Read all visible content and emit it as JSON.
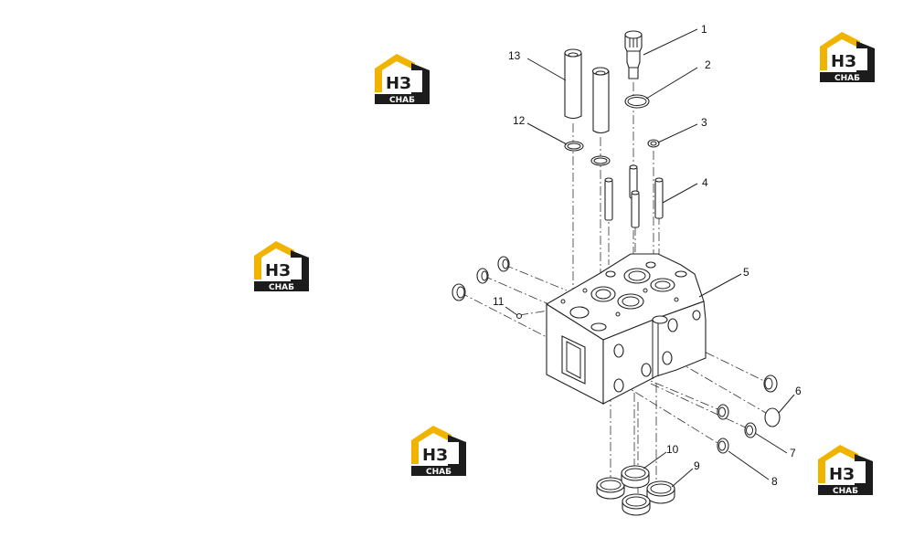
{
  "callouts": [
    {
      "id": "1",
      "text": "1"
    },
    {
      "id": "2",
      "text": "2"
    },
    {
      "id": "3",
      "text": "3"
    },
    {
      "id": "4",
      "text": "4"
    },
    {
      "id": "5",
      "text": "5"
    },
    {
      "id": "6",
      "text": "6"
    },
    {
      "id": "7",
      "text": "7"
    },
    {
      "id": "8",
      "text": "8"
    },
    {
      "id": "9",
      "text": "9"
    },
    {
      "id": "10",
      "text": "10"
    },
    {
      "id": "11",
      "text": "11"
    },
    {
      "id": "12",
      "text": "12"
    },
    {
      "id": "13",
      "text": "13"
    }
  ],
  "watermark": {
    "mark": "НЗ",
    "caption": "СНАБ",
    "colors": {
      "yellow": "#f0b400",
      "dark": "#1c1c1c",
      "white": "#ffffff"
    }
  }
}
